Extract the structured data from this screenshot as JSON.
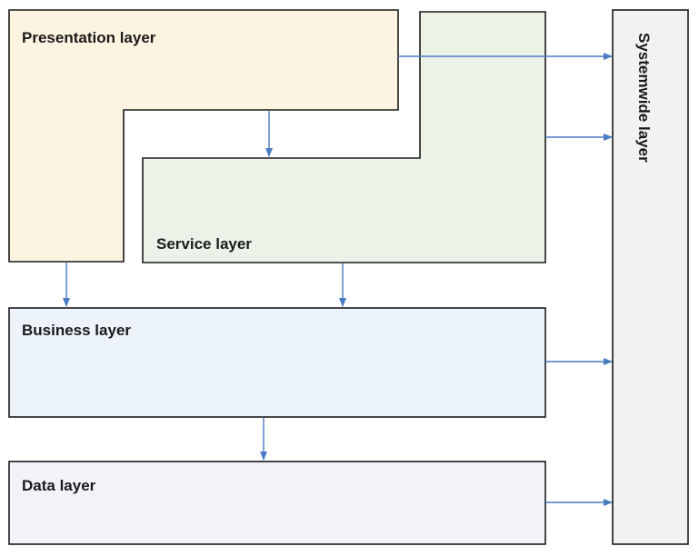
{
  "layers": {
    "presentation": {
      "label": "Presentation layer",
      "fill": "#fdf3e1"
    },
    "service": {
      "label": "Service layer",
      "fill": "#ebf3e8"
    },
    "business": {
      "label": "Business layer",
      "fill": "#edf3fa"
    },
    "data": {
      "label": "Data layer",
      "fill": "#f3f2f9"
    },
    "systemwide": {
      "label": "Systemwide layer",
      "fill": "#f2f2f2"
    }
  },
  "colors": {
    "outline": "#1a1a1a",
    "arrow": "#4a7cc4"
  }
}
